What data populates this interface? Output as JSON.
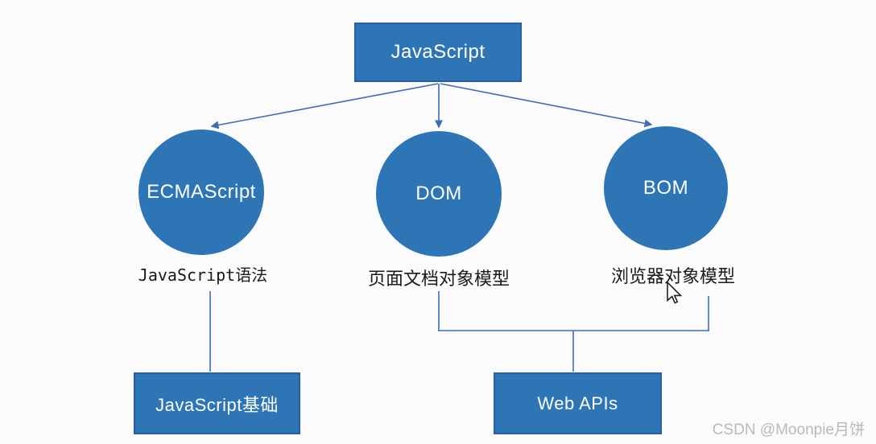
{
  "colors": {
    "background": "#fbfbfb",
    "node_fill": "#2e75b6",
    "node_border": "#2a5ca8",
    "node_text": "#ffffff",
    "line": "#3e6db5",
    "label_text": "#1a1a1a",
    "watermark_text": "#b9b9b9"
  },
  "diagram": {
    "root": {
      "label": "JavaScript"
    },
    "nodes": [
      {
        "id": "ecmascript",
        "label": "ECMAScript",
        "sublabel": "JavaScript语法"
      },
      {
        "id": "dom",
        "label": "DOM",
        "sublabel": "页面文档对象模型"
      },
      {
        "id": "bom",
        "label": "BOM",
        "sublabel": "浏览器对象模型"
      }
    ],
    "groups": [
      {
        "id": "js-foundation",
        "label": "JavaScript基础"
      },
      {
        "id": "web-apis",
        "label": "Web APIs"
      }
    ]
  },
  "watermark": {
    "text": "CSDN @Moonpie月饼"
  }
}
